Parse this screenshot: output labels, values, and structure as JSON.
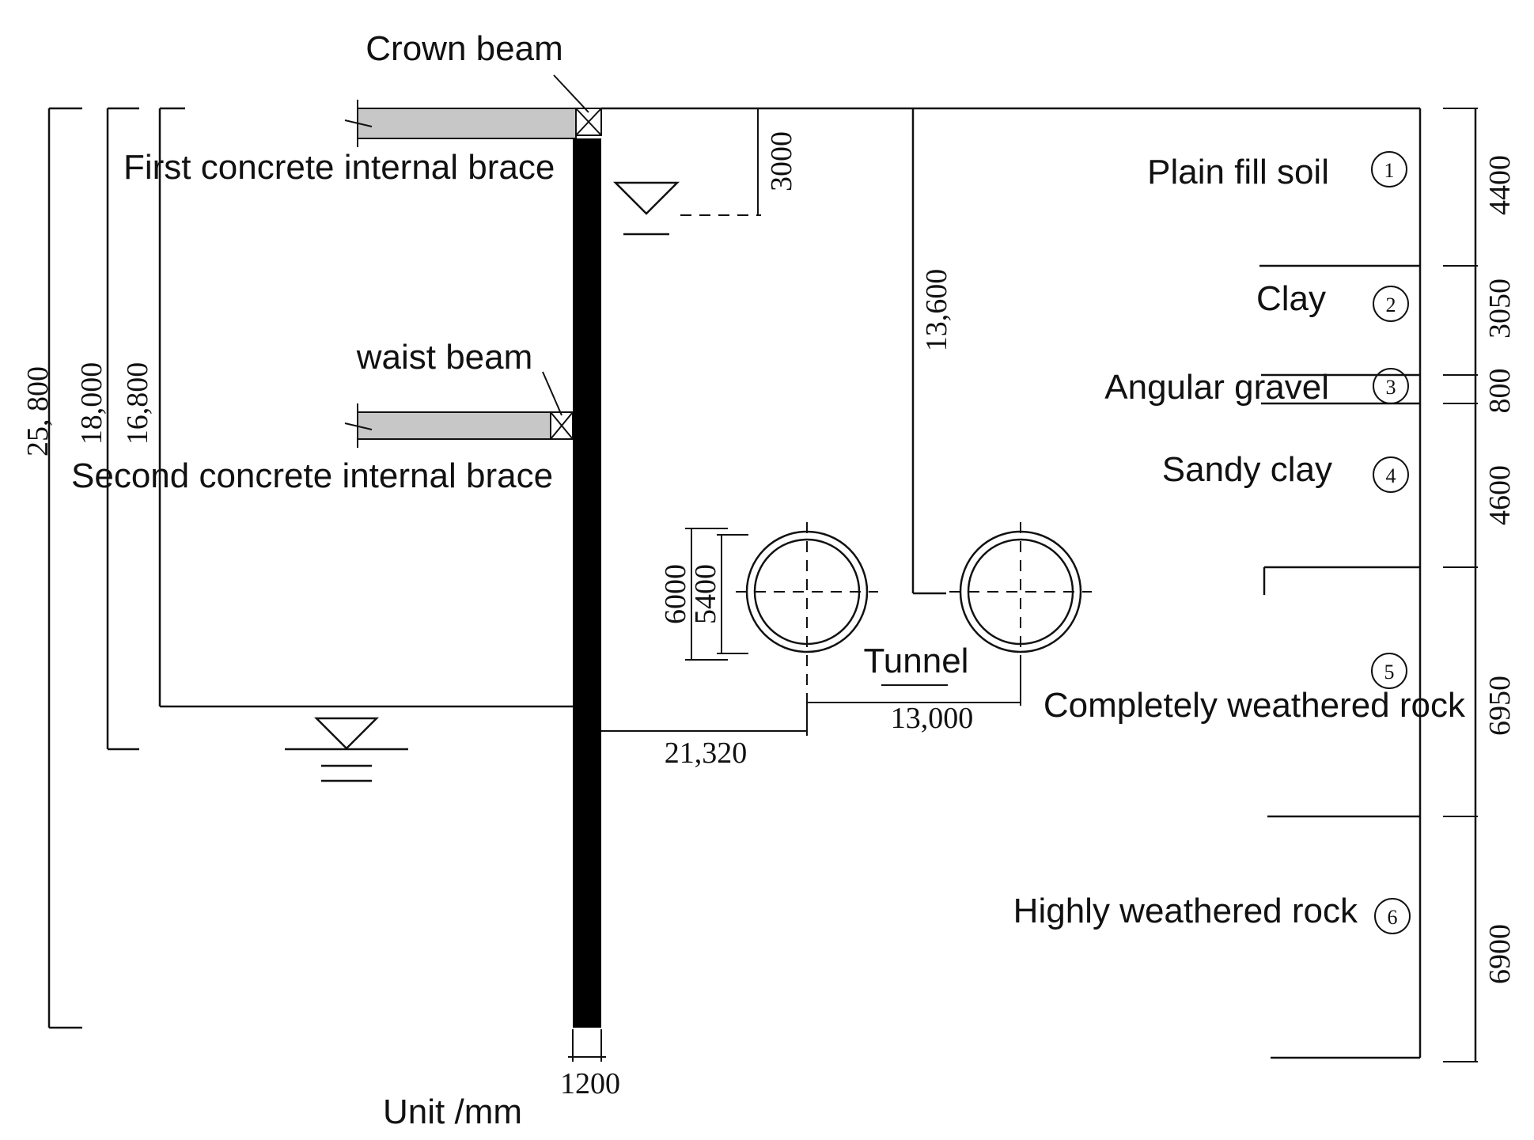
{
  "labels": {
    "crown_beam": "Crown beam",
    "first_brace": "First concrete internal brace",
    "waist_beam": "waist beam",
    "second_brace": "Second concrete internal brace",
    "tunnel": "Tunnel",
    "unit": "Unit /mm"
  },
  "dimensions": {
    "total_depth": "25, 800",
    "depth_18000": "18,000",
    "depth_16800": "16,800",
    "water_table": "3000",
    "tunnel_depth": "13,600",
    "tunnel_outer": "6000",
    "tunnel_inner": "5400",
    "wall_to_tunnel": "21,320",
    "tunnel_spacing": "13,000",
    "wall_thickness": "1200"
  },
  "layers": [
    {
      "name": "Plain fill soil",
      "number": "1",
      "thickness": "4400"
    },
    {
      "name": "Clay",
      "number": "2",
      "thickness": "3050"
    },
    {
      "name": "Angular gravel",
      "number": "3",
      "thickness": "800"
    },
    {
      "name": "Sandy clay",
      "number": "4",
      "thickness": "4600"
    },
    {
      "name": "Completely weathered rock",
      "number": "5",
      "thickness": "6950"
    },
    {
      "name": "Highly weathered rock",
      "number": "6",
      "thickness": "6900"
    }
  ]
}
